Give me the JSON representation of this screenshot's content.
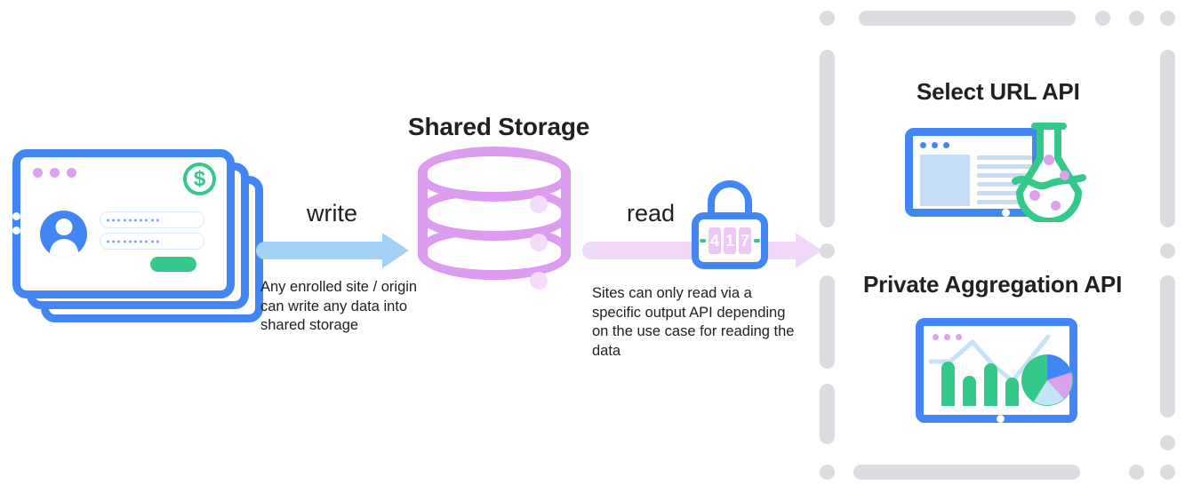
{
  "diagram": {
    "title": "Shared Storage data flow",
    "colors": {
      "blue": "#4285f4",
      "light_blue_arrow": "#a3d2f7",
      "purple_cylinder": "#dc9cf0",
      "lavender_arrow": "#f0d8f8",
      "green": "#34c98a",
      "frame_gray": "#dadce0",
      "text": "#202124"
    }
  },
  "source": {
    "name": "browser-window-stack",
    "card_dots": [
      "dot",
      "dot",
      "dot"
    ],
    "coin_symbol": "$",
    "field_values": [
      "••••••••••",
      "••••••••••"
    ],
    "submit_label": ""
  },
  "write_flow": {
    "label": "write",
    "description": "Any enrolled site / origin can write any data into shared storage",
    "arrow": "arrow-right"
  },
  "storage": {
    "title": "Shared Storage",
    "icon": "database-cylinder",
    "band_count": 3
  },
  "read_flow": {
    "label": "read",
    "description": "Sites can only read via a specific output API depending on the use case for reading the data",
    "arrow": "arrow-right",
    "lock": {
      "icon": "padlock-combination",
      "combination": "417",
      "digits": [
        "4",
        "1",
        "7"
      ]
    }
  },
  "output_apis": {
    "frame": "dashed-rounded-border",
    "items": [
      {
        "title": "Select URL API",
        "icon": "browser-window-with-flask",
        "bubbles": 4
      },
      {
        "title": "Private Aggregation API",
        "icon": "browser-window-with-charts",
        "chart_bars": 4,
        "pie_slices": 4
      }
    ]
  }
}
